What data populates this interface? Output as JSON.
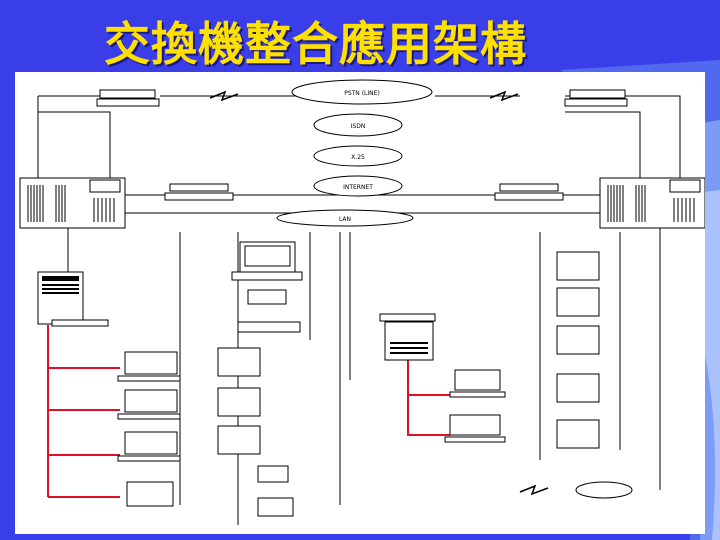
{
  "title": "交換機整合應用架構",
  "clouds": [
    "PSTN (LINE)",
    "ISDN",
    "X.25",
    "INTERNET",
    "LAN"
  ],
  "labels": [
    "",
    "",
    "",
    "",
    "",
    "",
    "",
    ""
  ],
  "colors": {
    "background": "#3a3ee8",
    "title": "#ffe000",
    "links": "#e0102a"
  }
}
